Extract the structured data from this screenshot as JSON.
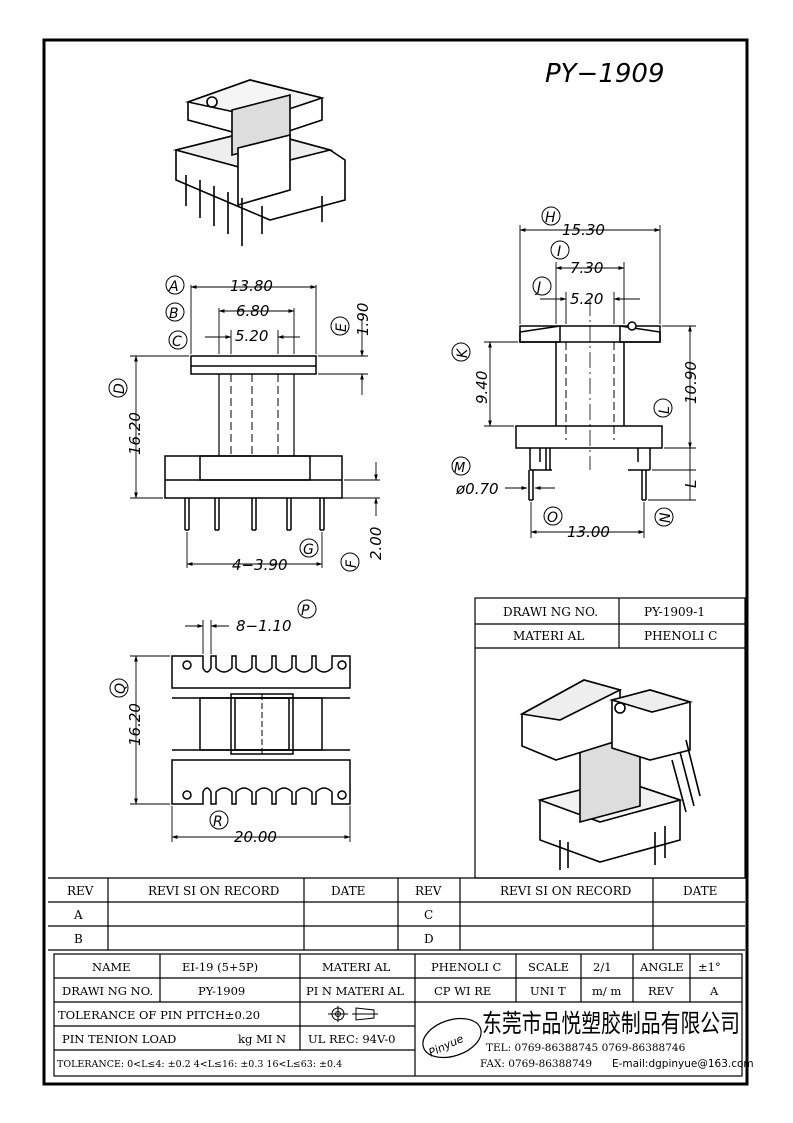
{
  "title": "PY−1909",
  "top_view": {
    "A": "A",
    "dim_a": "13.80",
    "B": "B",
    "dim_b": "6.80",
    "C": "C",
    "dim_c": "5.20",
    "D": "D",
    "dim_d": "16.20",
    "E": "E",
    "dim_e": "1.90",
    "F": "F",
    "dim_f": "2.00",
    "G": "G",
    "dim_g": "4−3.90"
  },
  "side_view": {
    "H": "H",
    "dim_h": "15.30",
    "I": "I",
    "dim_i": "7.30",
    "J": "J",
    "dim_j": "5.20",
    "K": "K",
    "dim_k": "9.40",
    "L": "L",
    "dim_l": "10.90",
    "dim_l_letter": "L",
    "M": "M",
    "dim_m": "ø0.70",
    "N": "N",
    "O": "O",
    "dim_o": "13.00"
  },
  "bottom_view": {
    "P": "P",
    "dim_p": "8−1.10",
    "Q": "Q",
    "dim_q": "16.20",
    "R": "R",
    "dim_r": "20.00"
  },
  "drawing_box": {
    "drawing_no_label": "DRAWI NG NO.",
    "drawing_no_value": "PY-1909-1",
    "material_label": "MATERI AL",
    "material_value": "PHENOLI C"
  },
  "revisions": {
    "headers": [
      "REV",
      "REVI SI ON RECORD",
      "DATE",
      "REV",
      "REVI SI ON RECORD",
      "DATE"
    ],
    "rows": [
      {
        "rev_left": "A",
        "rev_right": "C"
      },
      {
        "rev_left": "B",
        "rev_right": "D"
      }
    ]
  },
  "title_block": {
    "name_label": "NAME",
    "name_value": "EI-19 (5+5P)",
    "material_label": "MATERI AL",
    "material_value": "PHENOLI C",
    "scale_label": "SCALE",
    "scale_value": "2/1",
    "angle_label": "ANGLE",
    "angle_value": "±1°",
    "drawing_no_label": "DRAWI NG NO.",
    "drawing_no_value": "PY-1909",
    "pin_material_label": "PI N MATERI AL",
    "pin_material_value": "CP WI RE",
    "unit_label": "UNI T",
    "unit_value": "m/ m",
    "rev_label": "REV",
    "rev_value": "A",
    "tol_pitch": "TOLERANCE OF PIN PITCH±0.20",
    "pin_load": "PIN TENION LOAD",
    "pin_load_unit": "kg MI N",
    "ul": "UL REC: 94V-0",
    "tolerance": "TOLERANCE: 0<L≤4: ±0.2  4<L≤16: ±0.3  16<L≤63: ±0.4",
    "company": "东莞市品悦塑胶制品有限公司",
    "tel": "TEL: 0769-86388745    0769-86388746",
    "fax": "FAX: 0769-86388749",
    "email": "E-mail:dgpinyue@163.com",
    "logo_text": "Pinyue"
  }
}
